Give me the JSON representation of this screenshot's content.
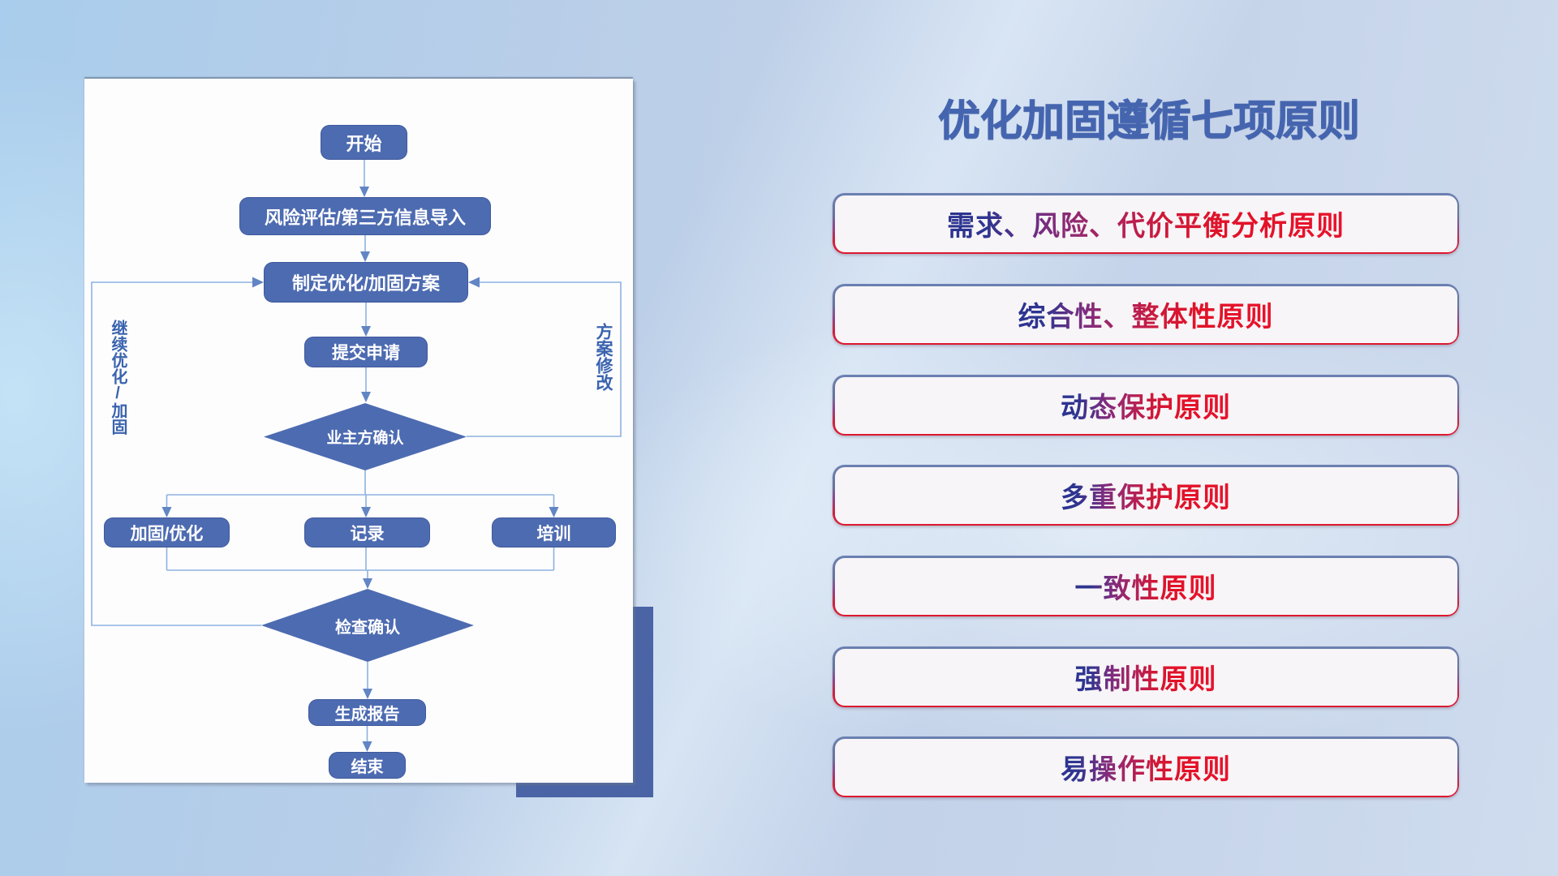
{
  "title": "优化加固遵循七项原则",
  "flowchart": {
    "nodes": {
      "start": "开始",
      "assess": "风险评估/第三方信息导入",
      "plan": "制定优化/加固方案",
      "submit": "提交申请",
      "owner_confirm": "业主方确认",
      "reinforce": "加固/优化",
      "record": "记录",
      "training": "培训",
      "check_confirm": "检查确认",
      "report": "生成报告",
      "end": "结束"
    },
    "edge_labels": {
      "left_loop": "继续优化/加固",
      "right_loop": "方案修改"
    }
  },
  "principles": [
    "需求、风险、代价平衡分析原则",
    "综合性、整体性原则",
    "动态保护原则",
    "多重保护原则",
    "一致性原则",
    "强制性原则",
    "易操作性原则"
  ],
  "colors": {
    "node_fill": "#4d6bb1",
    "connector": "#8fb2df",
    "arrowhead": "#6285c4",
    "accent_rect": "#4a64a6",
    "title_blue": "#4565af",
    "principle_navy": "#2b3390",
    "principle_red": "#e31228"
  }
}
